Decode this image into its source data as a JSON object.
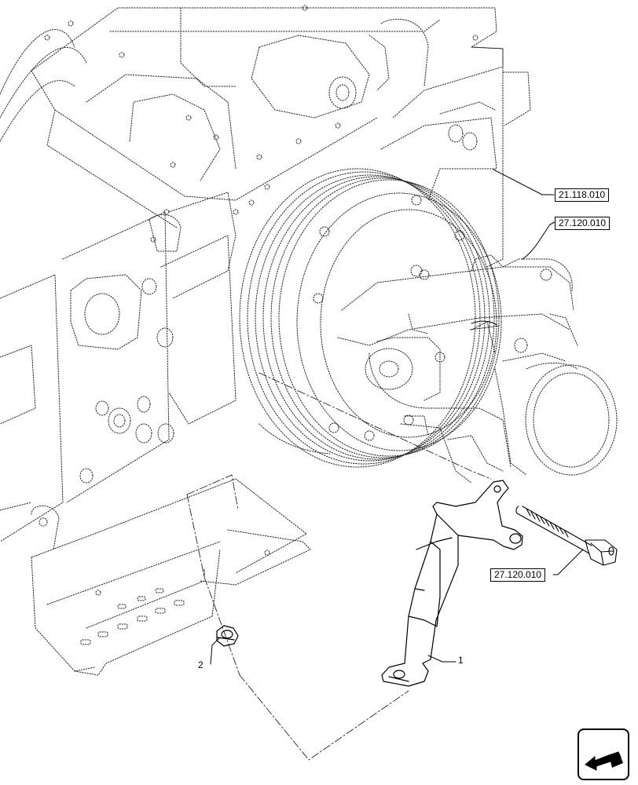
{
  "references": [
    {
      "id": "ref-21-118-010",
      "label": "21.118.010"
    },
    {
      "id": "ref-27-120-010-top",
      "label": "27.120.010"
    },
    {
      "id": "ref-27-120-010-bolt",
      "label": "27.120.010"
    }
  ],
  "callouts": [
    {
      "id": "callout-1",
      "label": "1"
    },
    {
      "id": "callout-2",
      "label": "2"
    }
  ],
  "icons": {
    "navigation": "return-arrow-icon"
  }
}
